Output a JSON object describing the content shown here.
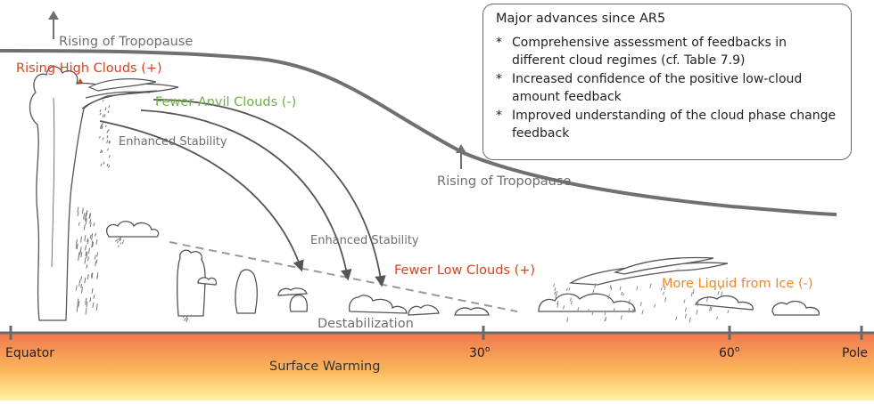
{
  "labels": {
    "rising_tropopause_top": "Rising of Tropopause",
    "rising_tropopause_mid": "Rising of Tropopause",
    "rising_high_clouds": "Rising High Clouds (+)",
    "fewer_anvil_clouds": "Fewer Anvil Clouds (-)",
    "enhanced_stability_upper": "Enhanced Stability",
    "enhanced_stability_lower": "Enhanced Stability",
    "fewer_low_clouds": "Fewer Low Clouds (+)",
    "more_liquid_from_ice": "More Liquid from Ice (-)",
    "destabilization": "Destabilization",
    "surface_warming": "Surface Warming"
  },
  "axis": {
    "equator": "Equator",
    "lat_30": "30",
    "lat_60": "60",
    "degree_mark": "o",
    "pole": "Pole"
  },
  "infobox": {
    "title": "Major advances since AR5",
    "bullet_symbol": "*",
    "items": [
      "Comprehensive assessment of feedbacks in different cloud regimes (cf. Table 7.9)",
      "Increased confidence of the positive low-cloud amount feedback",
      "Improved understanding of the cloud phase change feedback"
    ]
  },
  "colors": {
    "gray_text": "#6e6e6e",
    "red_text": "#d9431e",
    "green_text": "#6fb144",
    "orange_text": "#e8892a",
    "surface_top": "#f07850",
    "surface_bottom": "#fff4a0"
  }
}
